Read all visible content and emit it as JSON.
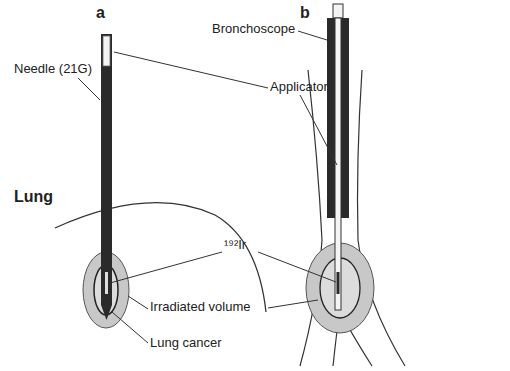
{
  "diagram": {
    "labels": [
      "a",
      "b",
      "Needle (21G)",
      "Applicator",
      "Bronchoscope",
      "¹⁹²Ir",
      "Lung",
      "Irradiated volume",
      "Lung cancer"
    ]
  }
}
